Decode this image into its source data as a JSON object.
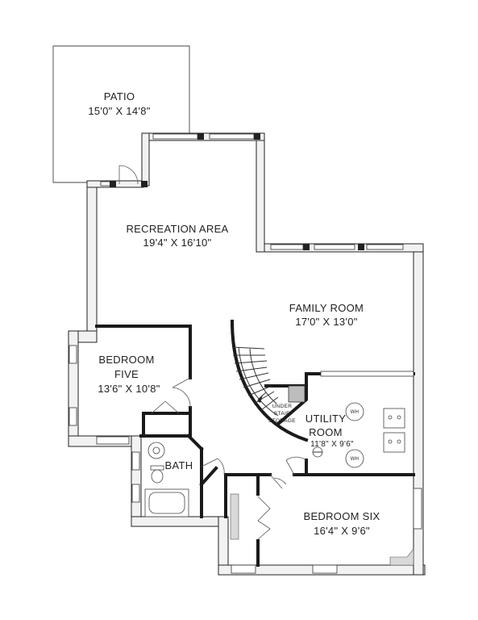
{
  "rooms": {
    "patio": {
      "name": "PATIO",
      "size": "15'0\" X 14'8\""
    },
    "recreation": {
      "name": "RECREATION AREA",
      "size": "19'4\" X 16'10\""
    },
    "family": {
      "name": "FAMILY ROOM",
      "size": "17'0\" X 13'0\""
    },
    "bedroom_five": {
      "name_line1": "BEDROOM",
      "name_line2": "FIVE",
      "size": "13'6\" X 10'8\""
    },
    "utility": {
      "name_line1": "UTILITY",
      "name_line2": "ROOM",
      "size": "11'8\" X 9'6\""
    },
    "bath": {
      "name": "BATH"
    },
    "bedroom_six": {
      "name": "BEDROOM SIX",
      "size": "16'4\" X 9'6\""
    },
    "under_stair": {
      "line1": "UNDER",
      "line2": "STAIR",
      "line3": "STORAGE"
    }
  },
  "fixtures": {
    "water_heater_1": "WH",
    "water_heater_2": "WH"
  }
}
